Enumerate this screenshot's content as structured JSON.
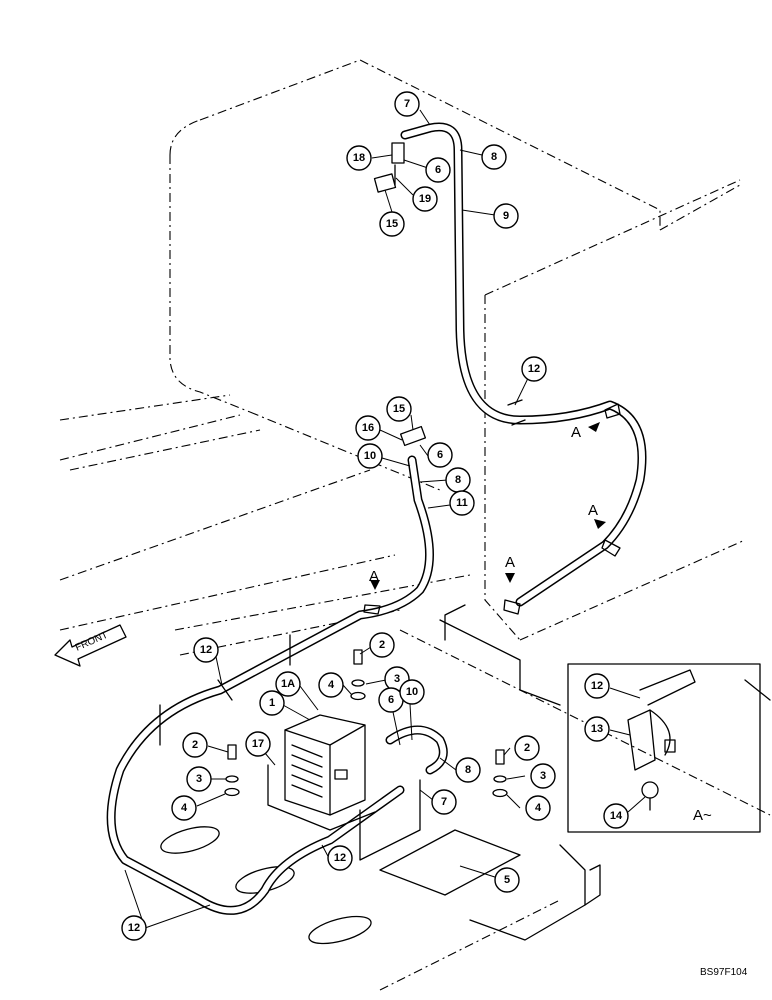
{
  "callouts": {
    "c1": "1",
    "c1a": "1A",
    "c2a": "2",
    "c2b": "2",
    "c2c": "2",
    "c3a": "3",
    "c3b": "3",
    "c3c": "3",
    "c4a": "4",
    "c4b": "4",
    "c4c": "4",
    "c5": "5",
    "c6a": "6",
    "c6b": "6",
    "c6c": "6",
    "c7a": "7",
    "c7b": "7",
    "c8a": "8",
    "c8b": "8",
    "c8c": "8",
    "c9": "9",
    "c10a": "10",
    "c10b": "10",
    "c11": "11",
    "c12a": "12",
    "c12b": "12",
    "c12c": "12",
    "c12d": "12",
    "c12e": "12",
    "c13": "13",
    "c14": "14",
    "c15a": "15",
    "c15b": "15",
    "c16": "16",
    "c17": "17",
    "c18": "18",
    "c19": "19"
  },
  "labels": {
    "front": "FRONT",
    "view_a": "A",
    "detail_a": "A~",
    "figure_code": "BS97F104"
  }
}
